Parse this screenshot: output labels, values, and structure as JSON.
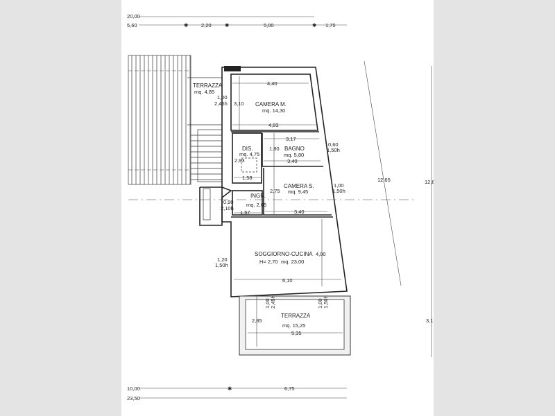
{
  "top_dims": {
    "total": "20,00",
    "seg1": "5,60",
    "seg2": "2,20",
    "seg3": "5,00",
    "seg4": "1,75"
  },
  "bottom_dims": {
    "seg1": "10,00",
    "seg2": "6,75",
    "total": "23,50"
  },
  "right_dims": {
    "diagonal": "12,65",
    "vertical_main": "12,6",
    "vertical_lower": "3,1"
  },
  "rooms": {
    "terrazza_small": {
      "name": "TERRAZZA",
      "area": "mq. 4,85",
      "opening_w": "1,00",
      "opening_h": "2,45h"
    },
    "camera_m": {
      "name": "CAMERA M.",
      "area": "mq. 14,30",
      "width_top": "4,40",
      "width_bottom": "4,83",
      "depth": "3,10"
    },
    "dis": {
      "name": "DIS.",
      "area": "mq. 4,75",
      "depth": "2,93",
      "width": "1,58"
    },
    "bagno": {
      "name": "BAGNO",
      "area": "mq. 5,80",
      "width_top": "3,17",
      "width_bottom": "3,40",
      "depth": "1,80",
      "window_w": "0,60",
      "window_h": "1,50h"
    },
    "camera_s": {
      "name": "CAMERA S.",
      "area": "mq. 9,45",
      "depth": "2,75",
      "width": "3,40",
      "window_w": "1,00",
      "window_h": "1,50h"
    },
    "ingr": {
      "name": "INGR.",
      "area": "mq. 2,65",
      "width": "1,57",
      "door_w": "0,90",
      "door_h": "2,10h"
    },
    "soggiorno": {
      "name": "SOGGIORNO-CUCINA",
      "height": "H= 2,70",
      "area": "mq. 23,00",
      "depth": "4,00",
      "width": "6,10",
      "window_w": "1,20",
      "window_h": "1,50h",
      "door1_w": "1,00",
      "door1_h": "2,45h",
      "door2_w": "1,00",
      "door2_h": "1,50h"
    },
    "terrazza_large": {
      "name": "TERRAZZA",
      "area": "mq. 15,25",
      "depth": "2,85",
      "width": "5,35"
    }
  }
}
